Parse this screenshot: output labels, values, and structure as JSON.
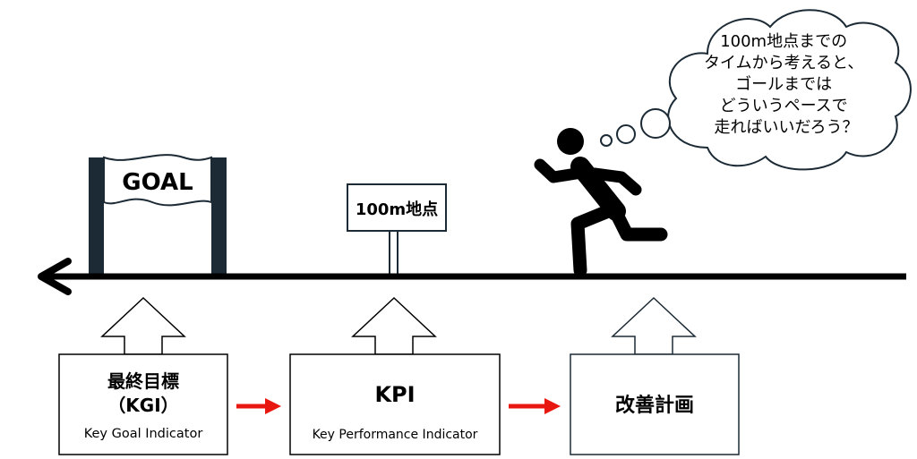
{
  "goal": {
    "banner": "GOAL"
  },
  "signpost": {
    "label": "100m地点"
  },
  "thought_bubble": {
    "lines": [
      "100m地点までの",
      "タイムから考えると、",
      "ゴールまでは",
      "どういうペースで",
      "走ればいいだろう？"
    ]
  },
  "boxes": [
    {
      "title_line1": "最終目標",
      "title_line2": "（KGI）",
      "subtitle": "Key Goal Indicator"
    },
    {
      "title": "KPI",
      "subtitle": "Key Performance Indicator"
    },
    {
      "title": "改善計画"
    }
  ],
  "colors": {
    "connector_arrow": "#e8170f",
    "outline": "#1b2a35",
    "ink": "#000000"
  }
}
